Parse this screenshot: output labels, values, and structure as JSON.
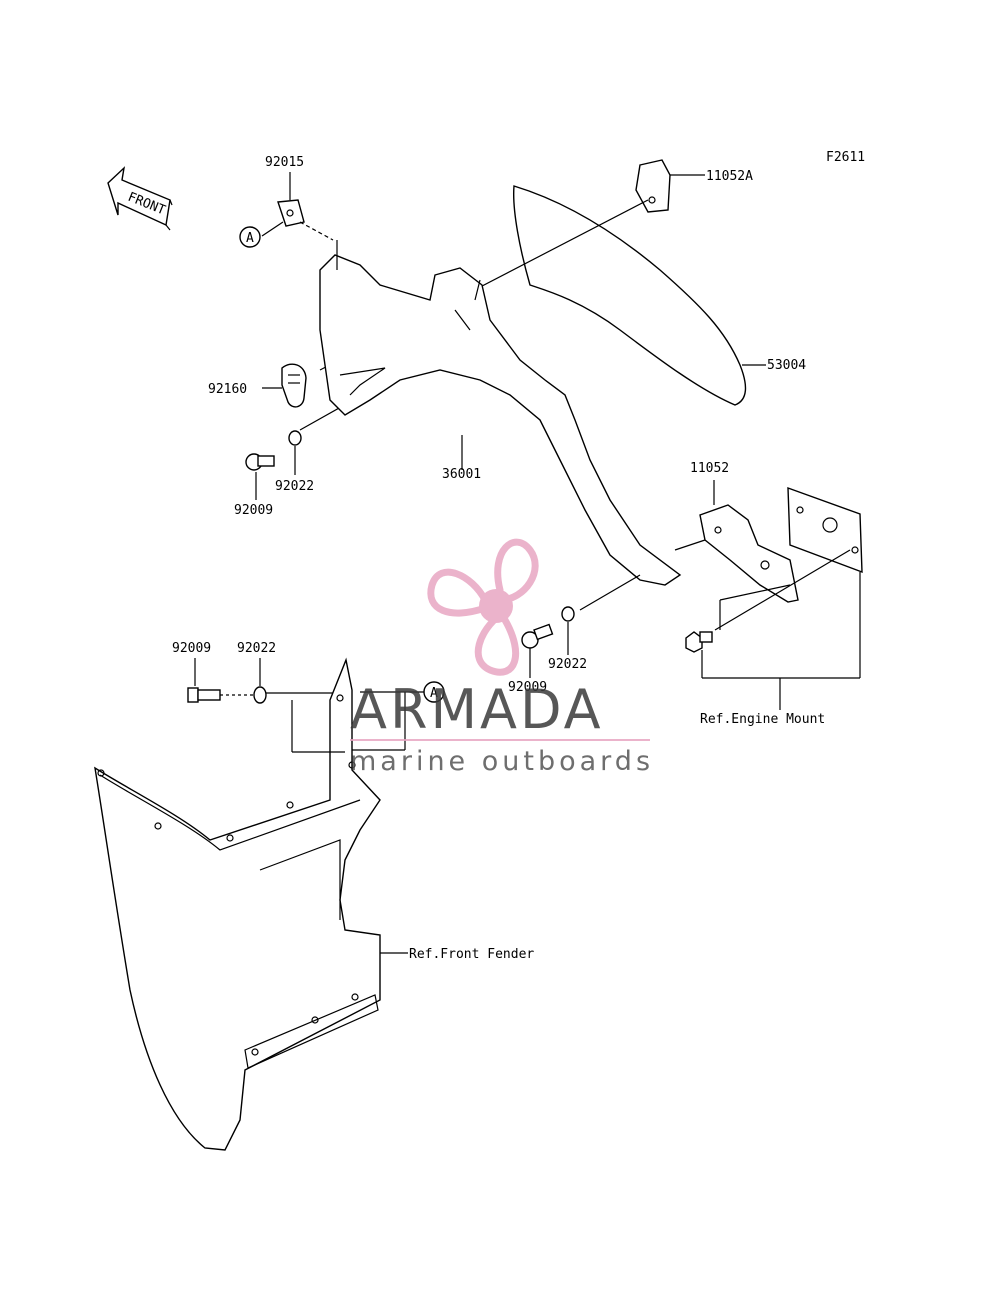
{
  "figure_id": "F2611",
  "front_label": "FRONT",
  "callout_a": "A",
  "parts": {
    "p92015": "92015",
    "p11052A": "11052A",
    "p53004": "53004",
    "p92160": "92160",
    "p36001": "36001",
    "p92022_top": "92022",
    "p92009_top": "92009",
    "p11052": "11052",
    "p92022_mid": "92022",
    "p92009_mid": "92009",
    "p92009_left": "92009",
    "p92022_left": "92022"
  },
  "refs": {
    "engine_mount": "Ref.Engine Mount",
    "front_fender": "Ref.Front Fender"
  },
  "watermark": {
    "brand": "ARMADA",
    "tagline": "marine outboards",
    "color": "#e8a6c2"
  }
}
